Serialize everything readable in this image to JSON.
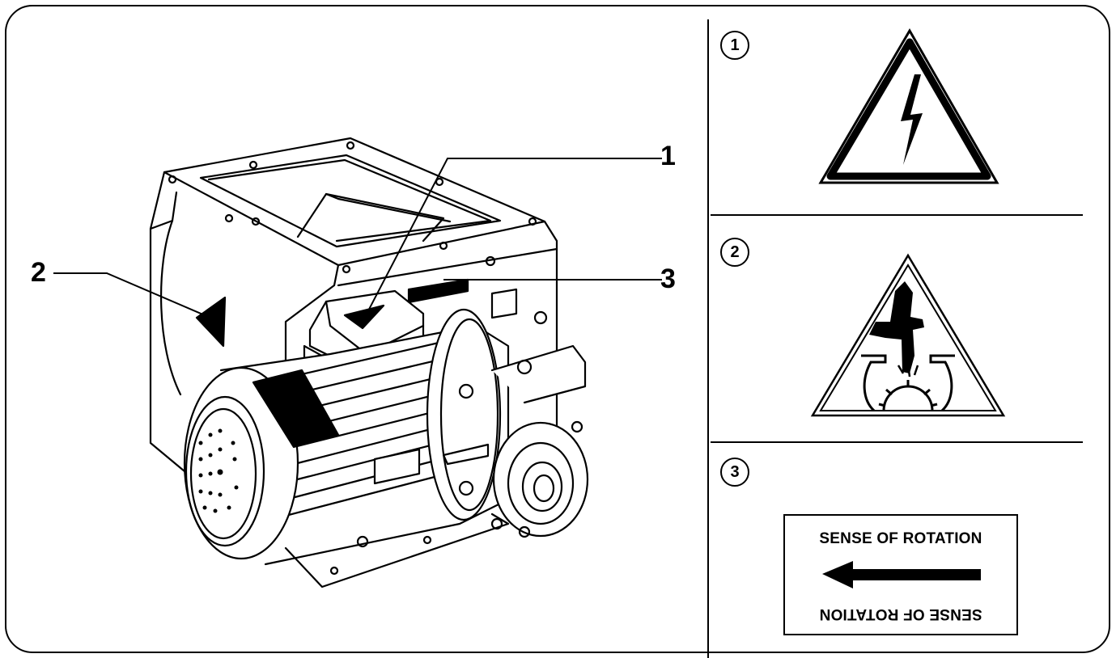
{
  "callouts": {
    "one": "1",
    "two": "2",
    "three": "3"
  },
  "panels": [
    {
      "number": "1",
      "sign": "electrical-hazard-icon"
    },
    {
      "number": "2",
      "sign": "hand-crush-hazard-icon"
    },
    {
      "number": "3",
      "sign": "sense-of-rotation-label"
    }
  ],
  "rotation_label": {
    "top_text": "SENSE OF ROTATION",
    "bottom_text": "SENSE OF ROTATION"
  },
  "colors": {
    "ink": "#000000",
    "paper": "#ffffff"
  }
}
